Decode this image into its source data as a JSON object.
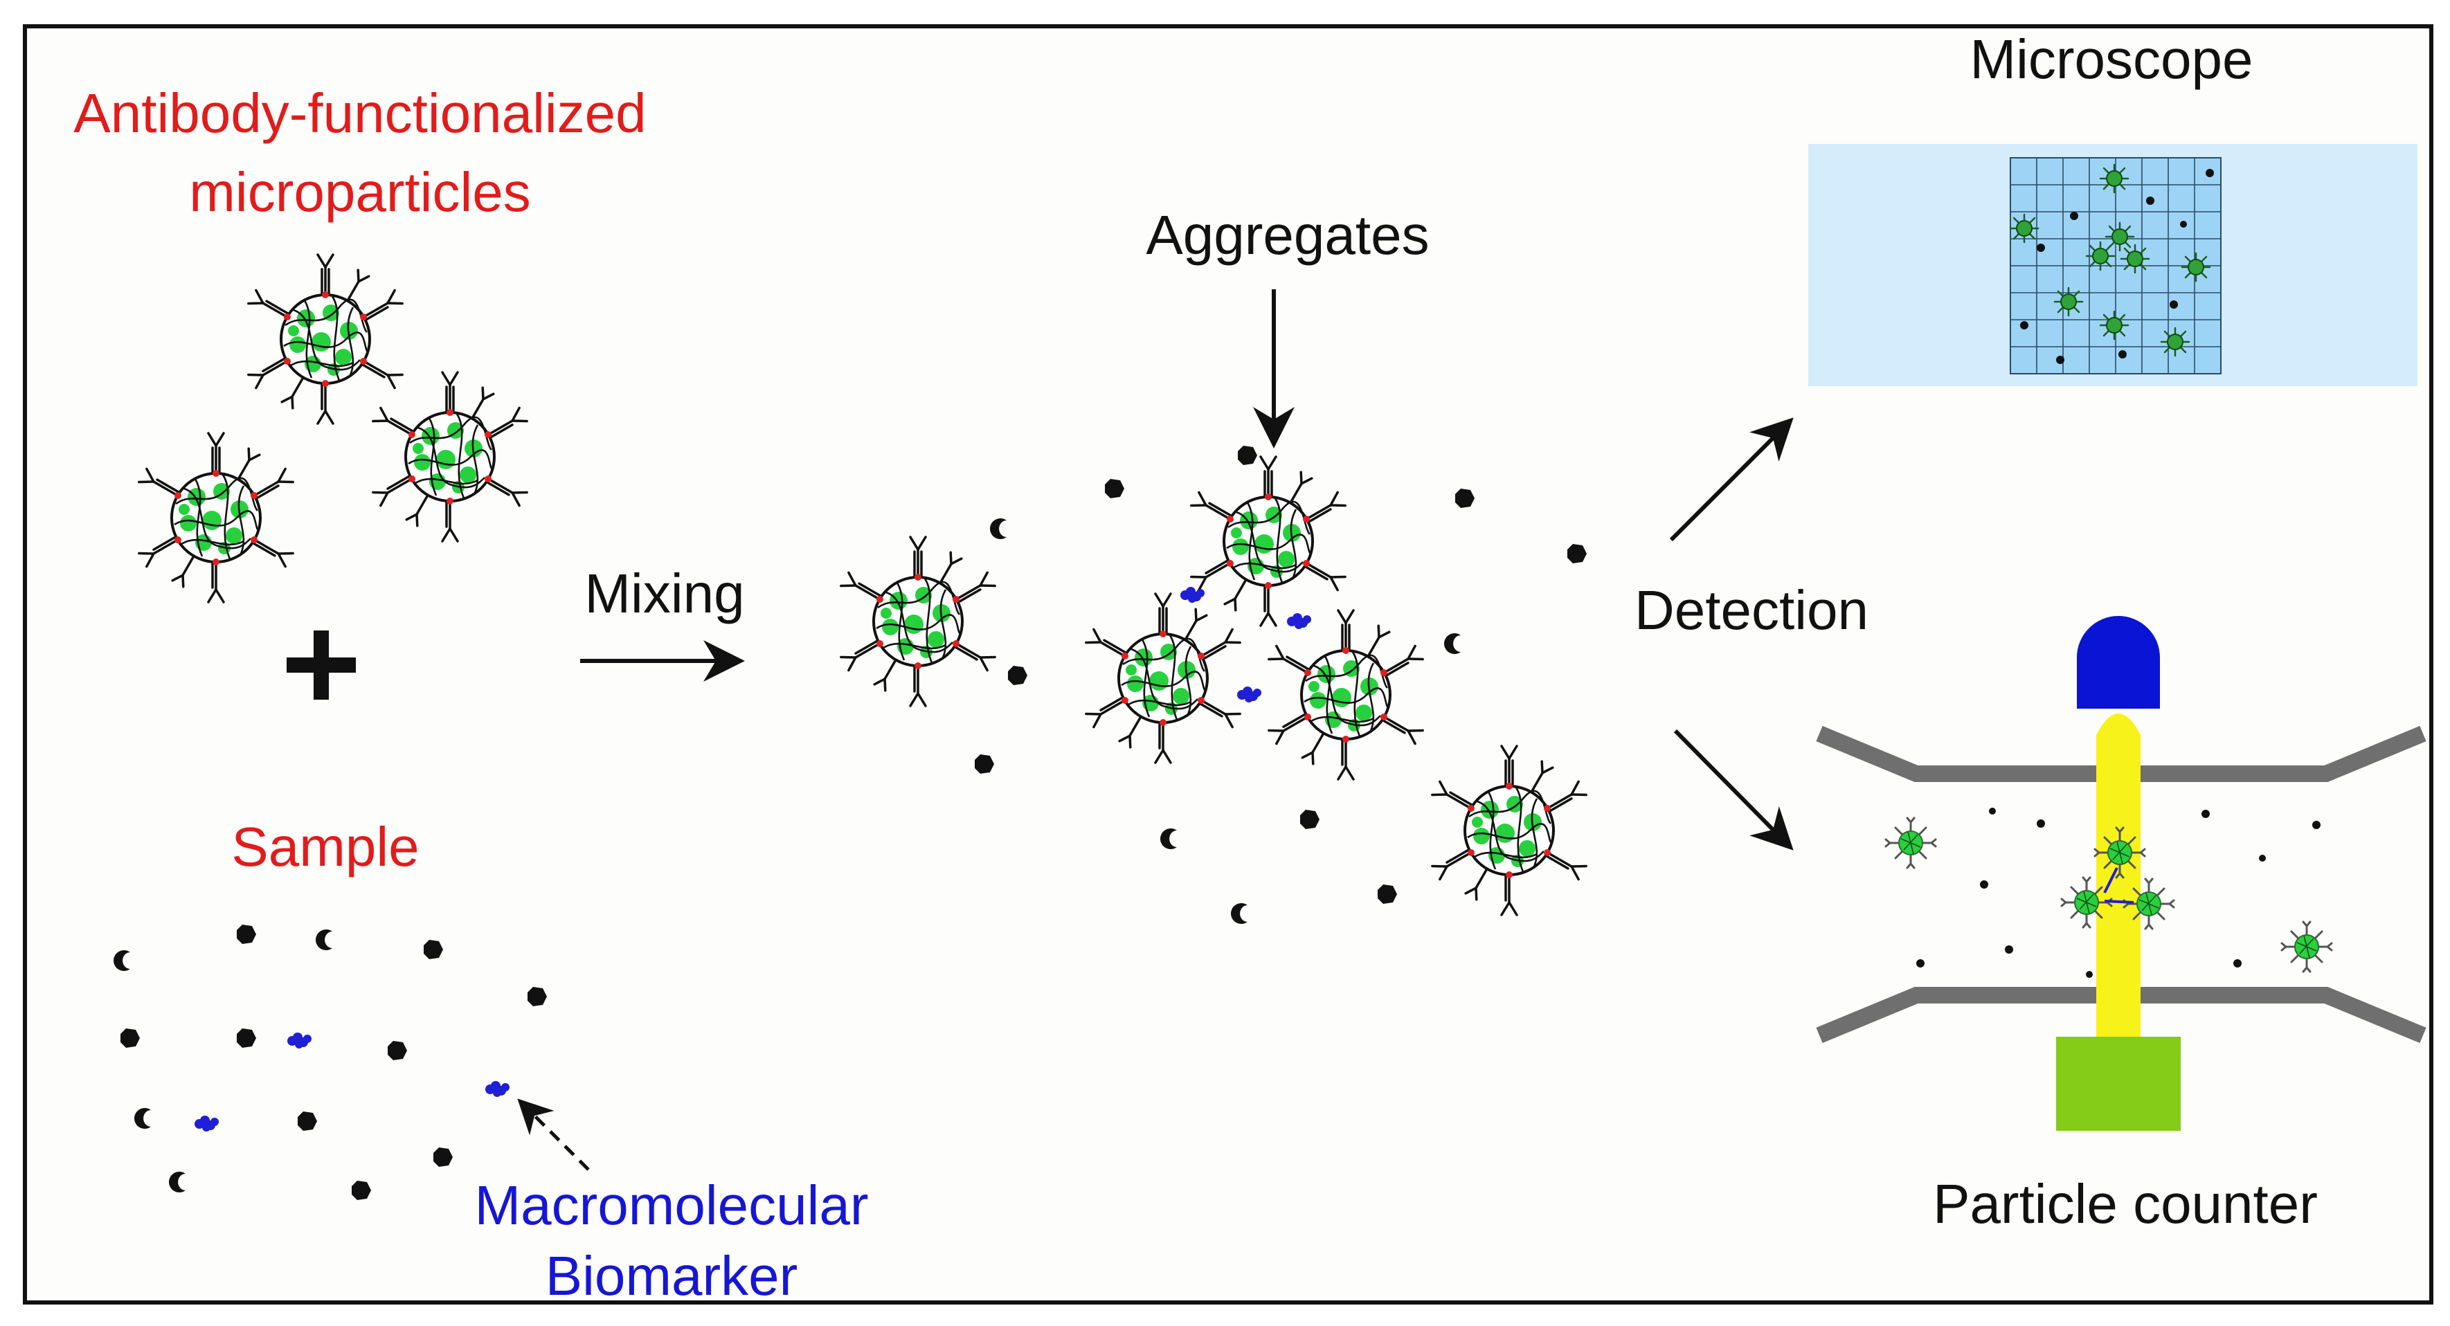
{
  "labels": {
    "microparticles_line1": "Antibody-functionalized",
    "microparticles_line2": "microparticles",
    "plus": "+",
    "sample": "Sample",
    "biomarker_line1": "Macromolecular",
    "biomarker_line2": "Biomarker",
    "mixing": "Mixing",
    "aggregates": "Aggregates",
    "detection": "Detection",
    "microscope": "Microscope",
    "particle_counter": "Particle counter"
  },
  "colors": {
    "red_label": "#e21b1b",
    "blue_label": "#1616d6",
    "particle_green": "#27d13e",
    "antibody_red": "#e02020",
    "biomarker_blue": "#1f1fd6",
    "microscope_panel": "#d4ecfb",
    "microscope_grid": "#9dd4f6",
    "laser_yellow": "#f7f21a",
    "detector_blue": "#0a14d4",
    "source_green": "#84cc17",
    "channel_gray": "#6f6f6f"
  }
}
